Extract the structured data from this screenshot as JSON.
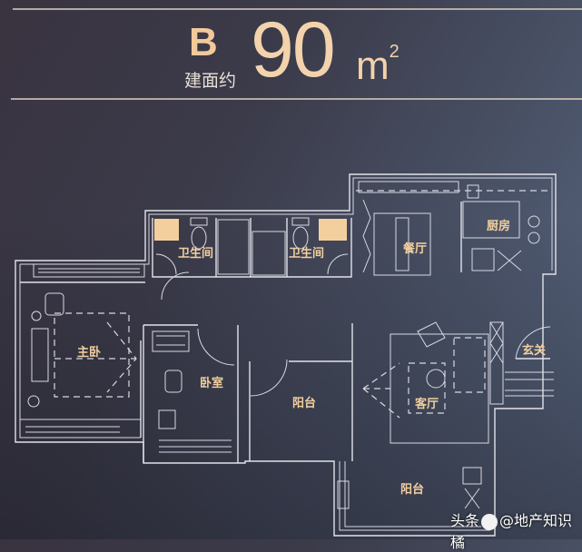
{
  "header": {
    "unit_type": "B",
    "area_prefix": "建面约",
    "area_value": "90",
    "area_unit": "m",
    "area_unit_power": "2"
  },
  "rooms": {
    "bathroom_1": "卫生间",
    "bathroom_2": "卫生间",
    "dining": "餐厅",
    "kitchen": "厨房",
    "master_bedroom": "主卧",
    "bedroom": "卧室",
    "balcony_1": "阳台",
    "living_room": "客厅",
    "entrance": "玄关",
    "balcony_2": "阳台"
  },
  "watermark": {
    "prefix": "头条",
    "handle": "@地产知识橘"
  },
  "colors": {
    "accent": "#f3d3ac",
    "line": "#e2e2ea",
    "tile": "#f3cf9d"
  }
}
